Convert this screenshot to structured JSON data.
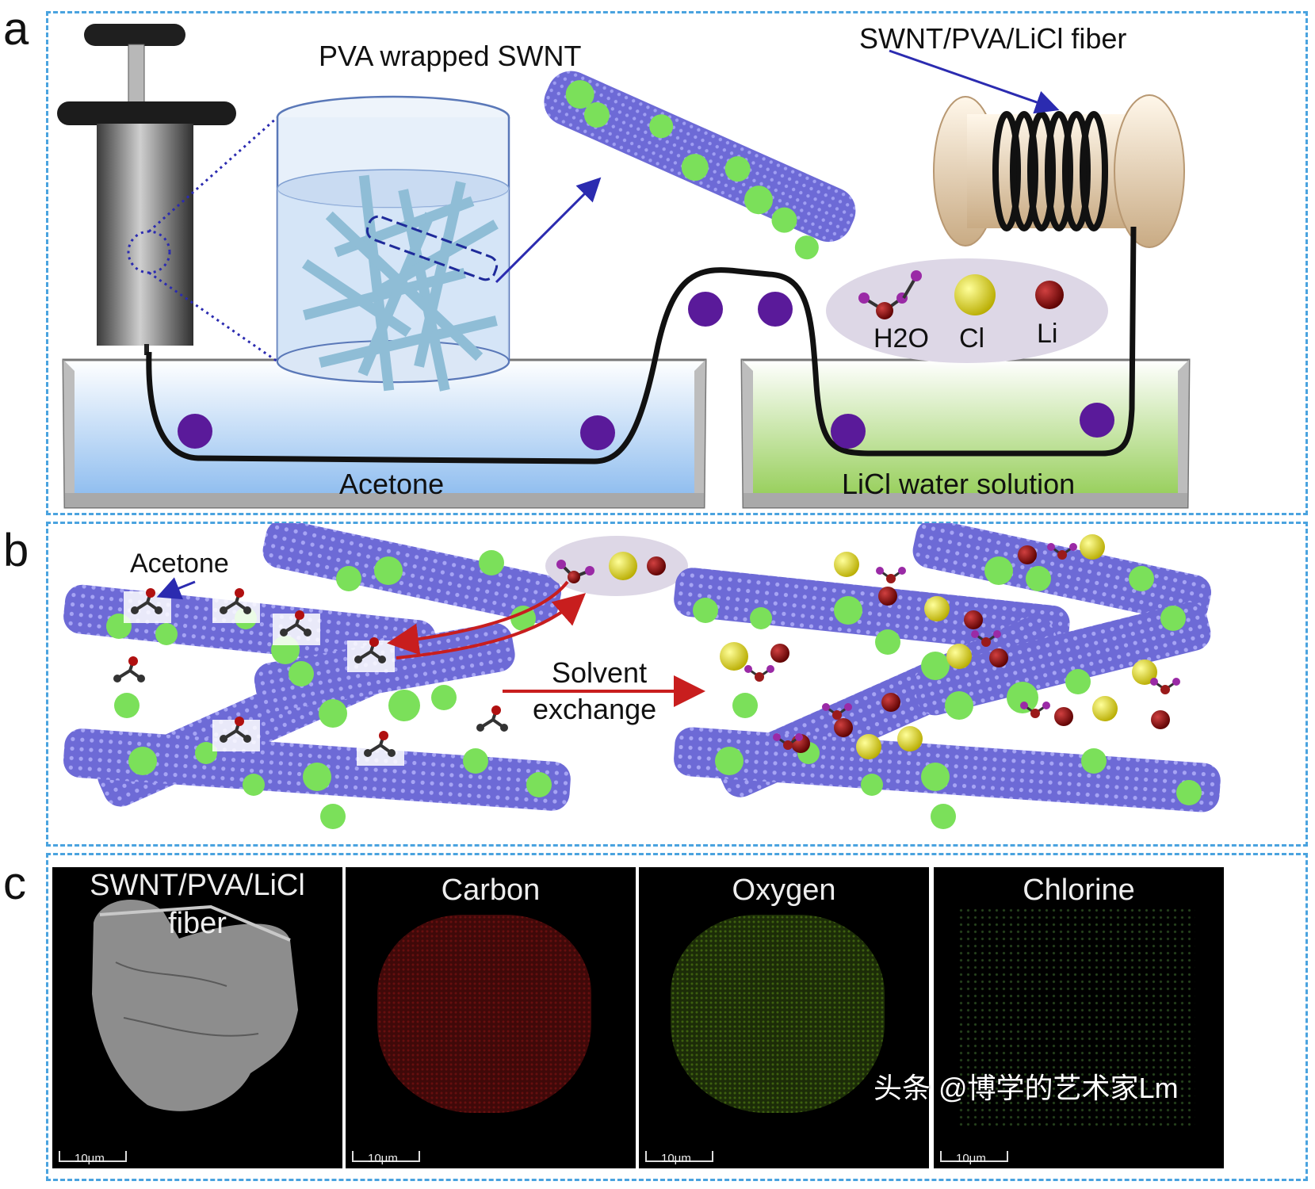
{
  "panel_a": {
    "letter": "a",
    "label_pva": "PVA wrapped SWNT",
    "label_fiber": "SWNT/PVA/LiCl fiber",
    "label_acetone_bath": "Acetone",
    "label_licl_bath": "LiCl water solution",
    "legend": [
      "H2O",
      "Cl",
      "Li"
    ]
  },
  "panel_b": {
    "letter": "b",
    "label_acetone": "Acetone",
    "label_solvent_1": "Solvent",
    "label_solvent_2": "exchange"
  },
  "panel_c": {
    "letter": "c",
    "images": [
      {
        "title_1": "SWNT/PVA/LiCl",
        "title_2": "fiber",
        "scale": "10μm"
      },
      {
        "title_1": "Carbon",
        "title_2": "",
        "scale": "10μm"
      },
      {
        "title_1": "Oxygen",
        "title_2": "",
        "scale": "10μm"
      },
      {
        "title_1": "Chlorine",
        "title_2": "",
        "scale": "10μm"
      }
    ]
  },
  "watermark": "头条 @博学的艺术家Lm",
  "colors": {
    "border": "#4aa3df",
    "purple_dot": "#5a1a9a",
    "fiber": "#111111",
    "acetone_bath": "#9ec8f2",
    "licl_bath": "#a8d86a",
    "arrow_blue": "#2b2bb0",
    "arrow_red": "#c81e1e",
    "cnt_blue": "#6d6ad6",
    "pva_green": "#7be05a",
    "cl_yellow": "#e6dc1e",
    "li_red": "#8a0f0f",
    "carbon_red": "#e02020",
    "oxygen_green": "#7cc21e",
    "chlorine_green": "#3a6a2a"
  }
}
